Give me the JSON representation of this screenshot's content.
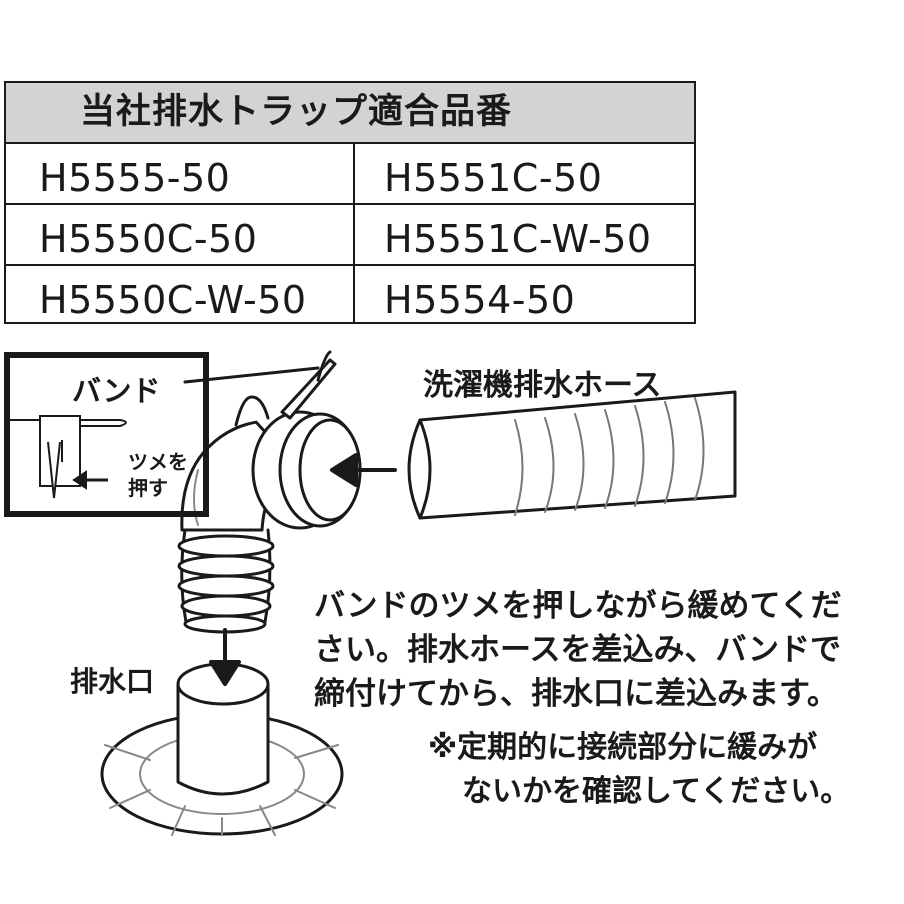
{
  "table": {
    "header": "当社排水トラップ適合品番",
    "rows": [
      [
        "H5555-50",
        "H5551C-50"
      ],
      [
        "H5550C-50",
        "H5551C-W-50"
      ],
      [
        "H5550C-W-50",
        "H5554-50"
      ]
    ]
  },
  "inset": {
    "label": "バンド",
    "note_line1": "ツメを",
    "note_line2": "押す"
  },
  "callouts": {
    "hose": "洗濯機排水ホース",
    "drain": "排水口"
  },
  "instructions": {
    "lines": [
      "バンドのツメを押しながら緩めてくだ",
      "さい。排水ホースを差込み、バンドで",
      "締付けてから、排水口に差込みます。"
    ],
    "notes": [
      "※定期的に接続部分に緩みが",
      "ないかを確認してください。"
    ]
  },
  "colors": {
    "line": "#1a1a1a",
    "header_fill": "#d3d3d3",
    "background": "#ffffff"
  }
}
